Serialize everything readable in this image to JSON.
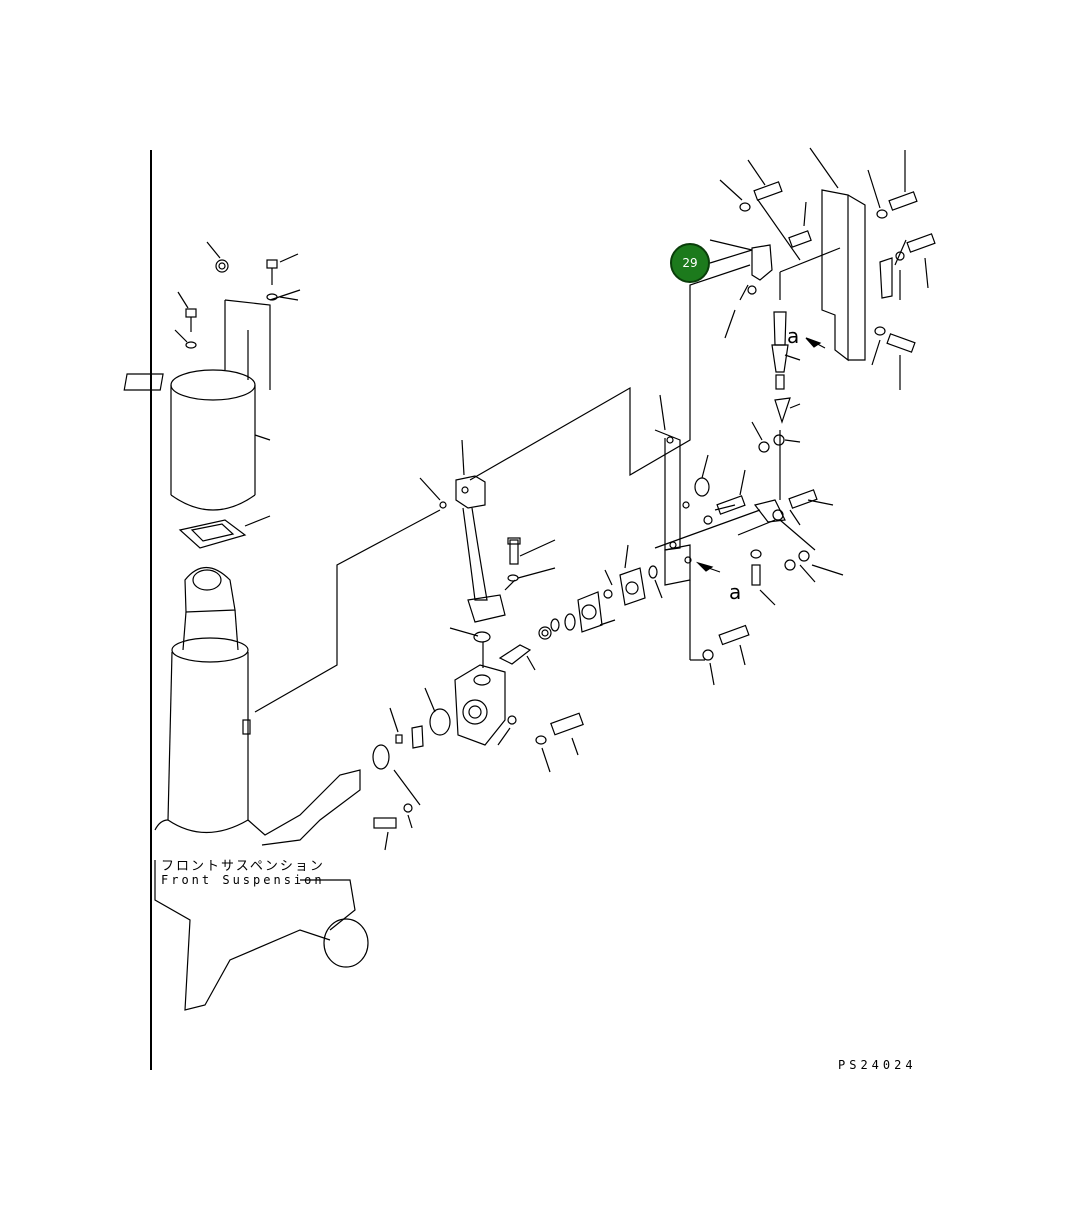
{
  "callout": {
    "number": "29",
    "color": "#1c7a1c"
  },
  "labels": {
    "suspension_jp": "フロントサスペンション",
    "suspension_en": "Front Suspension",
    "view_marker_upper": "a",
    "view_marker_lower": "a",
    "drawing_code": "PS24024"
  }
}
